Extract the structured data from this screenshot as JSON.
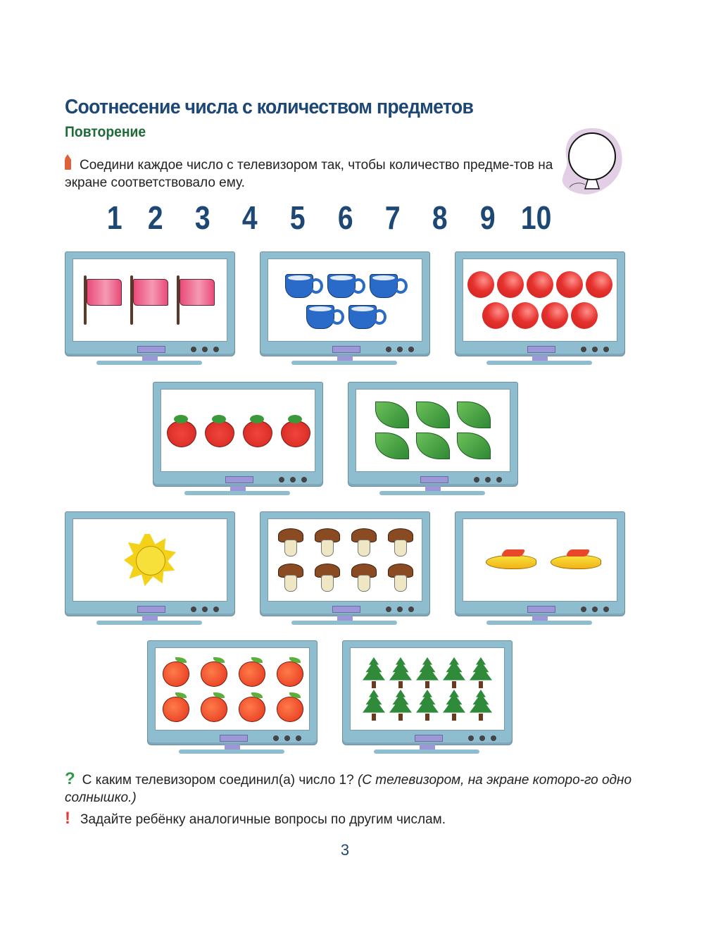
{
  "header": {
    "title": "Соотнесение числа с количеством предметов",
    "subtitle": "Повторение"
  },
  "task": {
    "icon": "pencil-icon",
    "text": "Соедини каждое число с телевизором так, чтобы количество предме-тов на экране соответствовало ему."
  },
  "numbers": [
    "1",
    "2",
    "3",
    "4",
    "5",
    "6",
    "7",
    "8",
    "9",
    "10"
  ],
  "tvs": [
    {
      "item": "flag",
      "count": 3
    },
    {
      "item": "cup",
      "count": 5
    },
    {
      "item": "ball",
      "count": 9
    },
    {
      "item": "straw",
      "count": 4
    },
    {
      "item": "leaf",
      "count": 6
    },
    {
      "item": "sun",
      "count": 1
    },
    {
      "item": "mush",
      "count": 8
    },
    {
      "item": "plane",
      "count": 2
    },
    {
      "item": "apple",
      "count": 8
    },
    {
      "item": "tree",
      "count": 10
    }
  ],
  "question": {
    "icon": "question-mark-icon",
    "mark": "?",
    "text": "С каким телевизором соединил(а) число 1?",
    "answer": "(С телевизором, на экране которо-го одно солнышко.)"
  },
  "note": {
    "icon": "exclamation-icon",
    "mark": "!",
    "text": "Задайте ребёнку аналогичные вопросы по другим числам."
  },
  "page_number": "3",
  "colors": {
    "title": "#1d4775",
    "subtitle": "#1f6b3a",
    "tv_frame": "#8fbdd0"
  }
}
